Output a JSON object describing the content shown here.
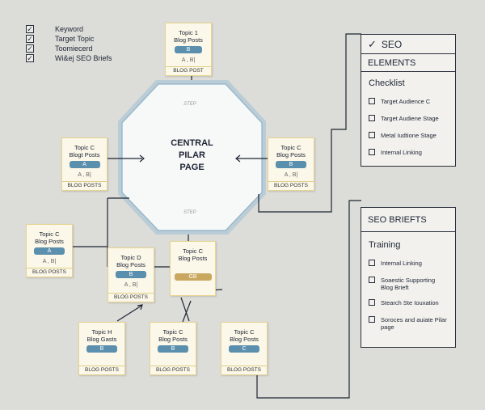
{
  "legend": [
    {
      "label": "Keyword",
      "checked": true
    },
    {
      "label": "Target Topic",
      "checked": true
    },
    {
      "label": "Toomiecerd",
      "checked": true
    },
    {
      "label": "Wi&ej SEO Briefs",
      "checked": true
    }
  ],
  "central": {
    "line1": "CENTRAL",
    "line2": "PILAR",
    "line3": "PAGE",
    "step_top": "STEP",
    "step_bottom": "STEP"
  },
  "cards": [
    {
      "id": "top",
      "l1": "Topic 1",
      "l2": "Blog Posts",
      "pill": "B",
      "ab": "A , B|",
      "foot": "BLOG POST"
    },
    {
      "id": "left",
      "l1": "Topic C",
      "l2": "Blogt Posts",
      "pill": "A",
      "ab": "A , B|",
      "foot": "BLOG POSTS"
    },
    {
      "id": "right",
      "l1": "Topic C",
      "l2": "Blog Posts",
      "pill": "B",
      "ab": "A , B|",
      "foot": "BLOG POSTS"
    },
    {
      "id": "farleft",
      "l1": "Topic C",
      "l2": "Blog Posts",
      "pill": "A",
      "ab": "A , B|",
      "foot": "BLOG POSTS"
    },
    {
      "id": "midd",
      "l1": "Topic D",
      "l2": "Blog Posts",
      "pill": "B",
      "ab": "A , B|",
      "foot": "BLOG POSTS"
    },
    {
      "id": "midc",
      "l1": "Topic C",
      "l2": "Blog Posts",
      "pill": "GB",
      "ab": "",
      "foot": ""
    },
    {
      "id": "botH",
      "l1": "Topic H",
      "l2": "Blog Gasts",
      "pill": "B",
      "ab": "",
      "foot": "BLOG POSTS"
    },
    {
      "id": "botC",
      "l1": "Topic C",
      "l2": "Blog Posts",
      "pill": "B",
      "ab": "",
      "foot": "BLOG POSTS"
    },
    {
      "id": "botC2",
      "l1": "Topic C",
      "l2": "Blog Posts",
      "pill": "C",
      "ab": "",
      "foot": "BLOG POSTS"
    }
  ],
  "panel1": {
    "title_check": "✓",
    "title": "SEO",
    "subtitle": "ELEMENTS",
    "heading": "Checklist",
    "items": [
      "Target Audience C",
      "Target Audiene Stage",
      "Metal Iudtione Stage",
      "Internal Linking"
    ]
  },
  "panel2": {
    "title": "SEO BRIEFTS",
    "heading": "Training",
    "items": [
      "Internal Linking",
      "Soaestic Supporting Blog Brieft",
      "Stearch Ste Iouxation",
      "Soroces and auiate Pilar page"
    ]
  },
  "colors": {
    "pill_blue": "#5b8fae",
    "pill_gold": "#c9a75e",
    "card_border": "#e6d48f",
    "octagon": "#9fc0d3"
  }
}
